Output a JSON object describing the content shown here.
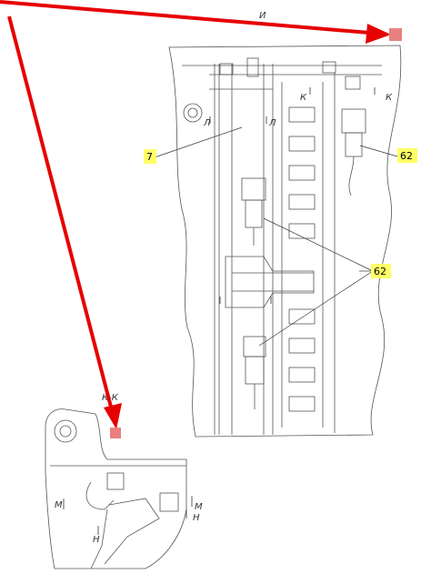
{
  "drawing": {
    "view_label_top": "И",
    "section_labels": {
      "k": "К",
      "l": "Л",
      "m": "М",
      "n": "Н"
    },
    "detail_view_label": "К-К"
  },
  "callouts": [
    {
      "id": "7",
      "text": "7"
    },
    {
      "id": "62a",
      "text": "62"
    },
    {
      "id": "62b",
      "text": "62"
    }
  ],
  "annotation": {
    "arrow_color": "#e60000",
    "marker_color": "#e88080",
    "highlight_color": "#ffff66"
  }
}
